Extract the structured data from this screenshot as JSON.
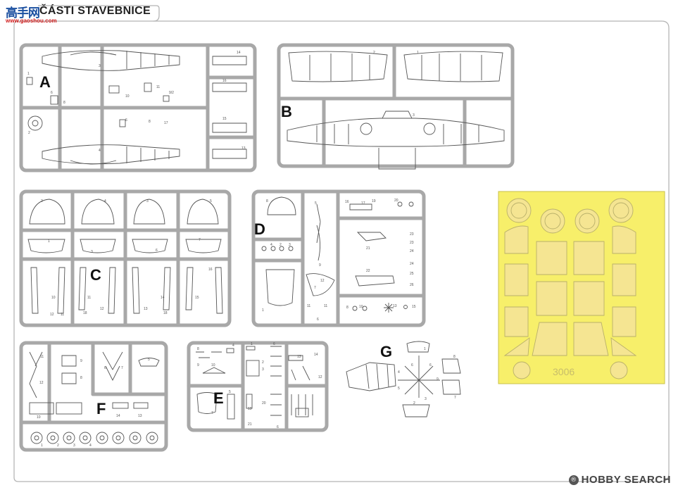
{
  "header": {
    "title": "ČÁSTI STAVEBNICE"
  },
  "watermark": {
    "logo_text": "高手网",
    "url_text": "www.gaoshou.com"
  },
  "footer": {
    "brand_badge": "®",
    "brand_text": "HOBBY SEARCH",
    "brand_left": "H",
    "brand_mid": "OBBY",
    "brand_right": "SEARCH"
  },
  "sprues": {
    "A": "A",
    "B": "B",
    "C": "C",
    "D": "D",
    "E": "E",
    "F": "F",
    "G": "G"
  },
  "mask": {
    "code": "3006",
    "color": "#f7ef6a"
  },
  "colors": {
    "frame": "#9a9a9a",
    "sprue": "#a8a8a8",
    "part": "#555555",
    "mask_fill": "#f7ef6a"
  }
}
